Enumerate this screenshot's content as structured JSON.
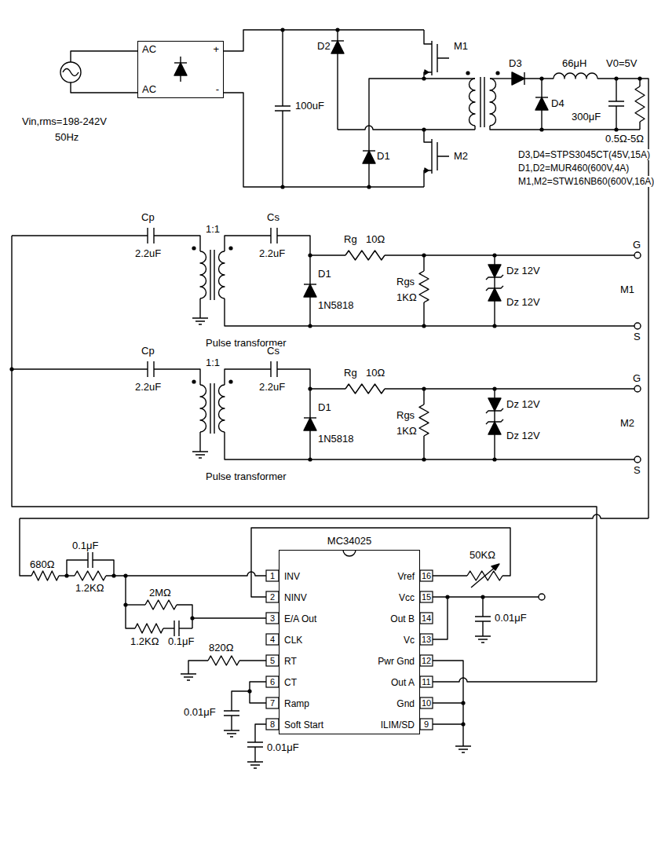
{
  "diagram": {
    "nodes": [
      {
        "text": [
          "AC",
          "+",
          "AC",
          "-"
        ]
      },
      {
        "text": [
          "MC34025",
          "INV",
          "NINV",
          "E/A Out",
          "CLK",
          "RT",
          "CT",
          "Ramp",
          "Soft Start",
          "Vref",
          "Vcc",
          "Out B",
          "Vc",
          "Pwr Gnd",
          "Out A",
          "Gnd",
          "ILIM/SD"
        ]
      }
    ],
    "labels": [
      "Vin,rms=198-242V",
      "50Hz",
      "D2",
      "M1",
      "100uF",
      "D1",
      "M2",
      "D3",
      "66μH",
      "V0=5V",
      "D4",
      "300μF",
      "0.5Ω-5Ω",
      "D3,D4=STPS3045CT(45V,15A)",
      "D1,D2=MUR460(600V,4A)",
      "M1,M2=STW16NB60(600V,16A)",
      "Cp",
      "2.2uF",
      "1:1",
      "Cs",
      "2.2uF",
      "Rg",
      "10Ω",
      "D1",
      "1N5818",
      "Rgs",
      "1KΩ",
      "Dz 12V",
      "Dz 12V",
      "G",
      "M1",
      "S",
      "Pulse transformer",
      "Cp",
      "2.2uF",
      "1:1",
      "Cs",
      "2.2uF",
      "Rg",
      "10Ω",
      "D1",
      "1N5818",
      "Rgs",
      "1KΩ",
      "Dz 12V",
      "Dz 12V",
      "G",
      "M2",
      "S",
      "Pulse transformer",
      "0.1μF",
      "680Ω",
      "1.2KΩ",
      "2MΩ",
      "1.2KΩ",
      "0.1μF",
      "820Ω",
      "0.01μF",
      "0.01μF",
      "50KΩ",
      "0.01μF",
      "1",
      "2",
      "3",
      "4",
      "5",
      "6",
      "7",
      "8",
      "9",
      "10",
      "11",
      "12",
      "13",
      "14",
      "15",
      "16"
    ]
  }
}
